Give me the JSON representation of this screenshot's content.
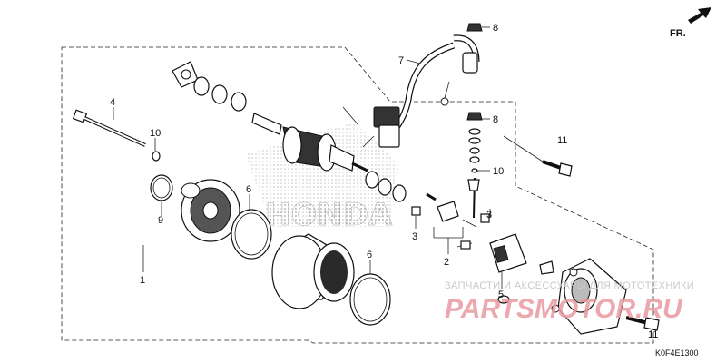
{
  "diagram": {
    "direction_label": "FR.",
    "diagram_code": "K0F4E1300",
    "callouts": [
      "1",
      "2",
      "3",
      "3",
      "4",
      "5",
      "6",
      "6",
      "7",
      "8",
      "8",
      "9",
      "10",
      "10",
      "11",
      "11"
    ],
    "watermark": {
      "caption": "ЗАПЧАСТИ И АКСЕССУАРЫ ДЛЯ МОТОТЕХНИКИ",
      "brand": "PARTSMOTOR.RU"
    }
  }
}
